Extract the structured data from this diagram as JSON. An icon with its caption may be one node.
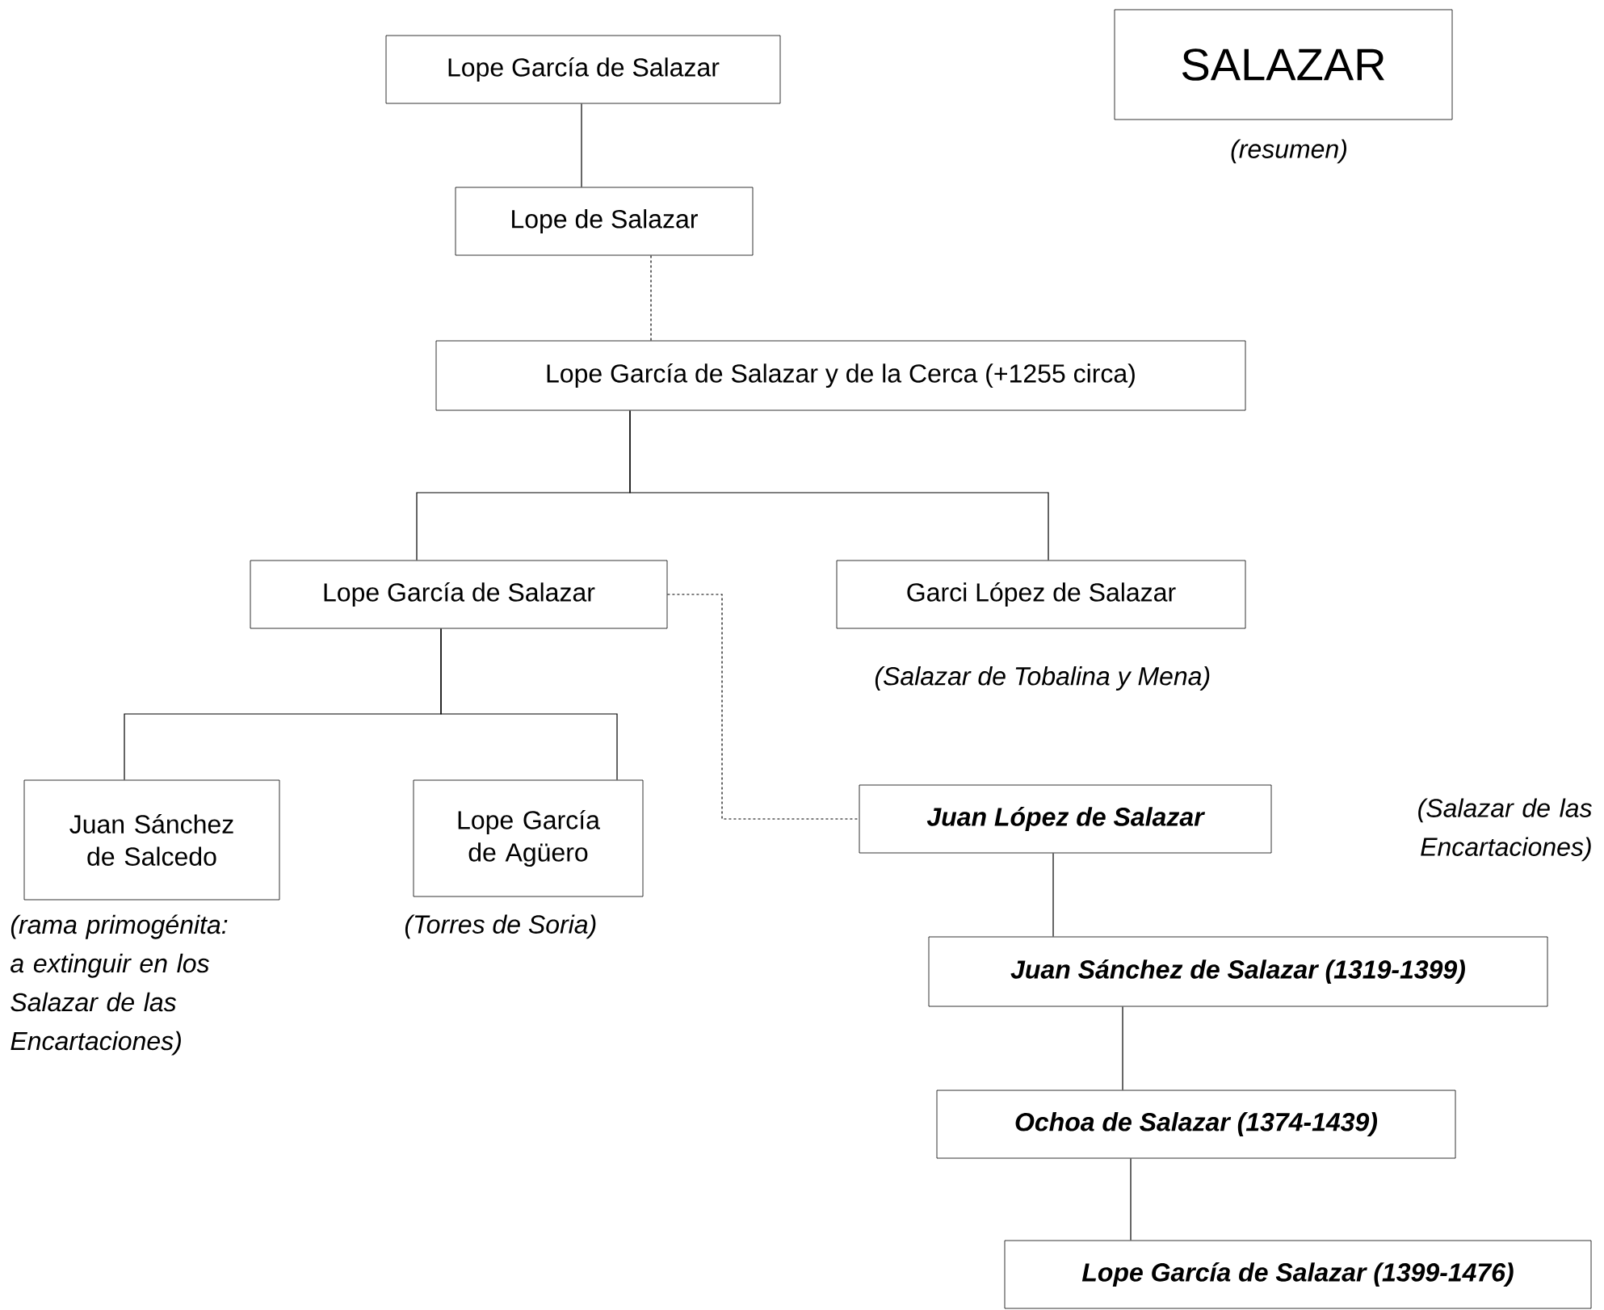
{
  "diagram": {
    "nodes": [
      {
        "text": [
          "Lope García de Salazar"
        ]
      },
      {
        "text": [
          "Lope de Salazar"
        ]
      },
      {
        "text": [
          "Lope García de Salazar y de la Cerca (+1255 circa)"
        ]
      },
      {
        "text": [
          "Lope García de Salazar"
        ]
      },
      {
        "text": [
          "Garci López de Salazar"
        ],
        "beside": [
          "(Salazar de Tobalina y Mena)"
        ]
      },
      {
        "text": [
          "Juan Sánchez de Salcedo"
        ],
        "beside": [
          "(rama primogénita: a extinguir en los Salazar de las Encartaciones)"
        ]
      },
      {
        "text": [
          "Lope García de Agüero"
        ],
        "beside": [
          "(Torres de Soria)"
        ]
      },
      {
        "text": [
          "Juan López de Salazar"
        ]
      },
      {
        "text": [
          "Juan Sánchez de Salazar (1319-1399)"
        ]
      },
      {
        "text": [
          "Ochoa de Salazar (1374-1439)"
        ]
      },
      {
        "text": [
          "Lope García de Salazar (1399-1476)"
        ]
      },
      {
        "text": [
          "SALAZAR"
        ],
        "beside": [
          "(resumen)"
        ]
      }
    ],
    "edges": [
      {
        "from": 0,
        "to": 1,
        "arrow": "none"
      },
      {
        "from": 1,
        "to": 2,
        "arrow": "none",
        "style": "dashed"
      },
      {
        "from": 2,
        "to": 3,
        "arrow": "none"
      },
      {
        "from": 2,
        "to": 4,
        "arrow": "none"
      },
      {
        "from": 3,
        "to": 5,
        "arrow": "none"
      },
      {
        "from": 3,
        "to": 6,
        "arrow": "none"
      },
      {
        "from": 3,
        "to": 7,
        "arrow": "none",
        "style": "dashed"
      },
      {
        "from": 7,
        "to": 8,
        "arrow": "none"
      },
      {
        "from": 8,
        "to": 9,
        "arrow": "none"
      },
      {
        "from": 9,
        "to": 10,
        "arrow": "none"
      }
    ],
    "labels": [
      "(Salazar de las Encartaciones)"
    ]
  }
}
